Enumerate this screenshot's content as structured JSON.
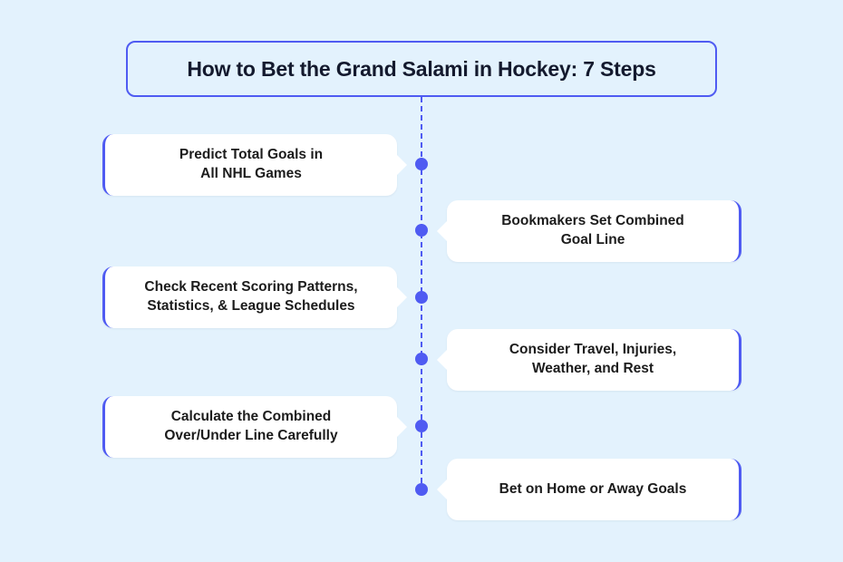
{
  "page": {
    "background_color": "#e3f2fd",
    "accent_color": "#4f5bf2",
    "card_color": "#ffffff",
    "title_color": "#141a2e",
    "body_text_color": "#1c1c1c"
  },
  "header": {
    "title": "How to Bet the Grand Salami in Hockey: 7 Steps"
  },
  "timeline": {
    "orientation": "vertical",
    "line_style": "dashed",
    "marker_icon": "timeline-dot-icon"
  },
  "steps": [
    {
      "index": 1,
      "side": "left",
      "text": "Predict Total Goals in\nAll NHL Games"
    },
    {
      "index": 2,
      "side": "right",
      "text": "Bookmakers Set Combined\nGoal Line"
    },
    {
      "index": 3,
      "side": "left",
      "text": "Check Recent Scoring Patterns,\nStatistics, & League Schedules"
    },
    {
      "index": 4,
      "side": "right",
      "text": "Consider Travel, Injuries,\nWeather, and Rest"
    },
    {
      "index": 5,
      "side": "left",
      "text": "Calculate the Combined\nOver/Under Line Carefully"
    },
    {
      "index": 6,
      "side": "right",
      "text": "Bet on Home or Away Goals"
    }
  ]
}
